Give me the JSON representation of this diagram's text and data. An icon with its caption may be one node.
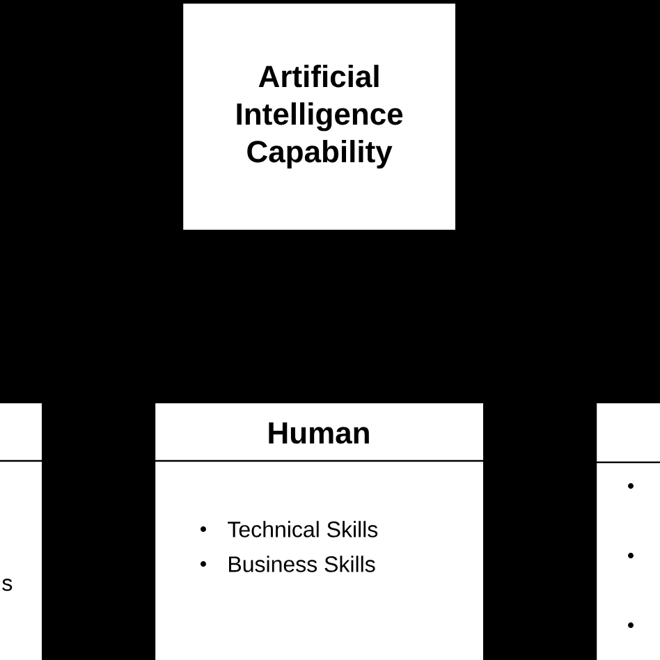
{
  "diagram": {
    "nodes": [
      {
        "text": [
          "Artificial Intelligence Capability"
        ]
      },
      {
        "text": [
          "s"
        ]
      },
      {
        "text": [
          "Human",
          "Technical Skills",
          "Business Skills"
        ]
      },
      {
        "text": [],
        "shape": "box"
      }
    ]
  }
}
